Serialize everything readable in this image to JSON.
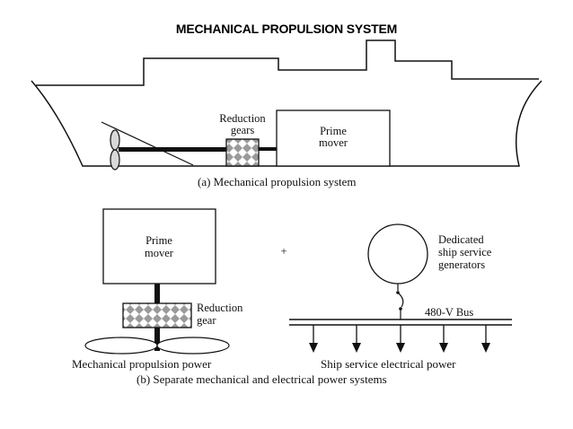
{
  "title": "MECHANICAL PROPULSION SYSTEM",
  "diagram_a": {
    "reduction_gears": [
      "Reduction",
      "gears"
    ],
    "prime_mover": [
      "Prime",
      "mover"
    ],
    "caption": "(a) Mechanical propulsion system"
  },
  "diagram_b": {
    "prime_mover": [
      "Prime",
      "mover"
    ],
    "reduction_gear": [
      "Reduction",
      "gear"
    ],
    "generators": [
      "Dedicated",
      "ship service",
      "generators"
    ],
    "plus": "+",
    "bus": "480-V Bus",
    "mech_power": "Mechanical propulsion power",
    "elec_power": "Ship service electrical power",
    "caption": "(b) Separate mechanical and electrical power systems"
  }
}
